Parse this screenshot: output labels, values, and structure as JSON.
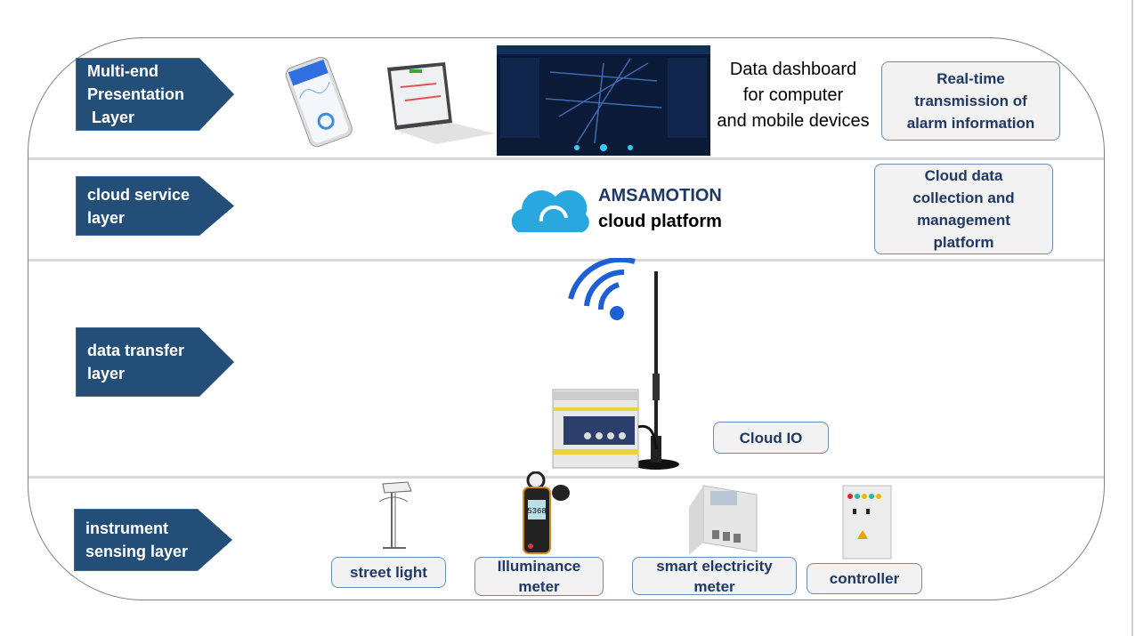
{
  "layers": [
    {
      "lines": [
        "Multi-end",
        "Presentation",
        " Layer"
      ]
    },
    {
      "lines": [
        "cloud service",
        "layer"
      ]
    },
    {
      "lines": [
        "data transfer",
        "layer"
      ]
    },
    {
      "lines": [
        "instrument",
        "sensing layer"
      ]
    }
  ],
  "presentation": {
    "caption": [
      "Data dashboard",
      "for computer",
      "and mobile devices"
    ],
    "box": [
      "Real-time",
      "transmission of",
      "alarm information"
    ]
  },
  "cloud": {
    "brand": "AMSAMOTION",
    "platform": "cloud platform",
    "box": [
      "Cloud data",
      "collection and",
      "management",
      "platform"
    ]
  },
  "transfer": {
    "box": "Cloud IO"
  },
  "sensing": {
    "street_light": "street light",
    "illuminance": [
      "Illuminance",
      "meter"
    ],
    "meter": [
      "smart electricity",
      "meter"
    ],
    "controller": "controller",
    "lux_reading": "5368"
  },
  "colors": {
    "layer": "#234e78",
    "box_text": "#1f3864",
    "cloud": "#29a8e0"
  }
}
